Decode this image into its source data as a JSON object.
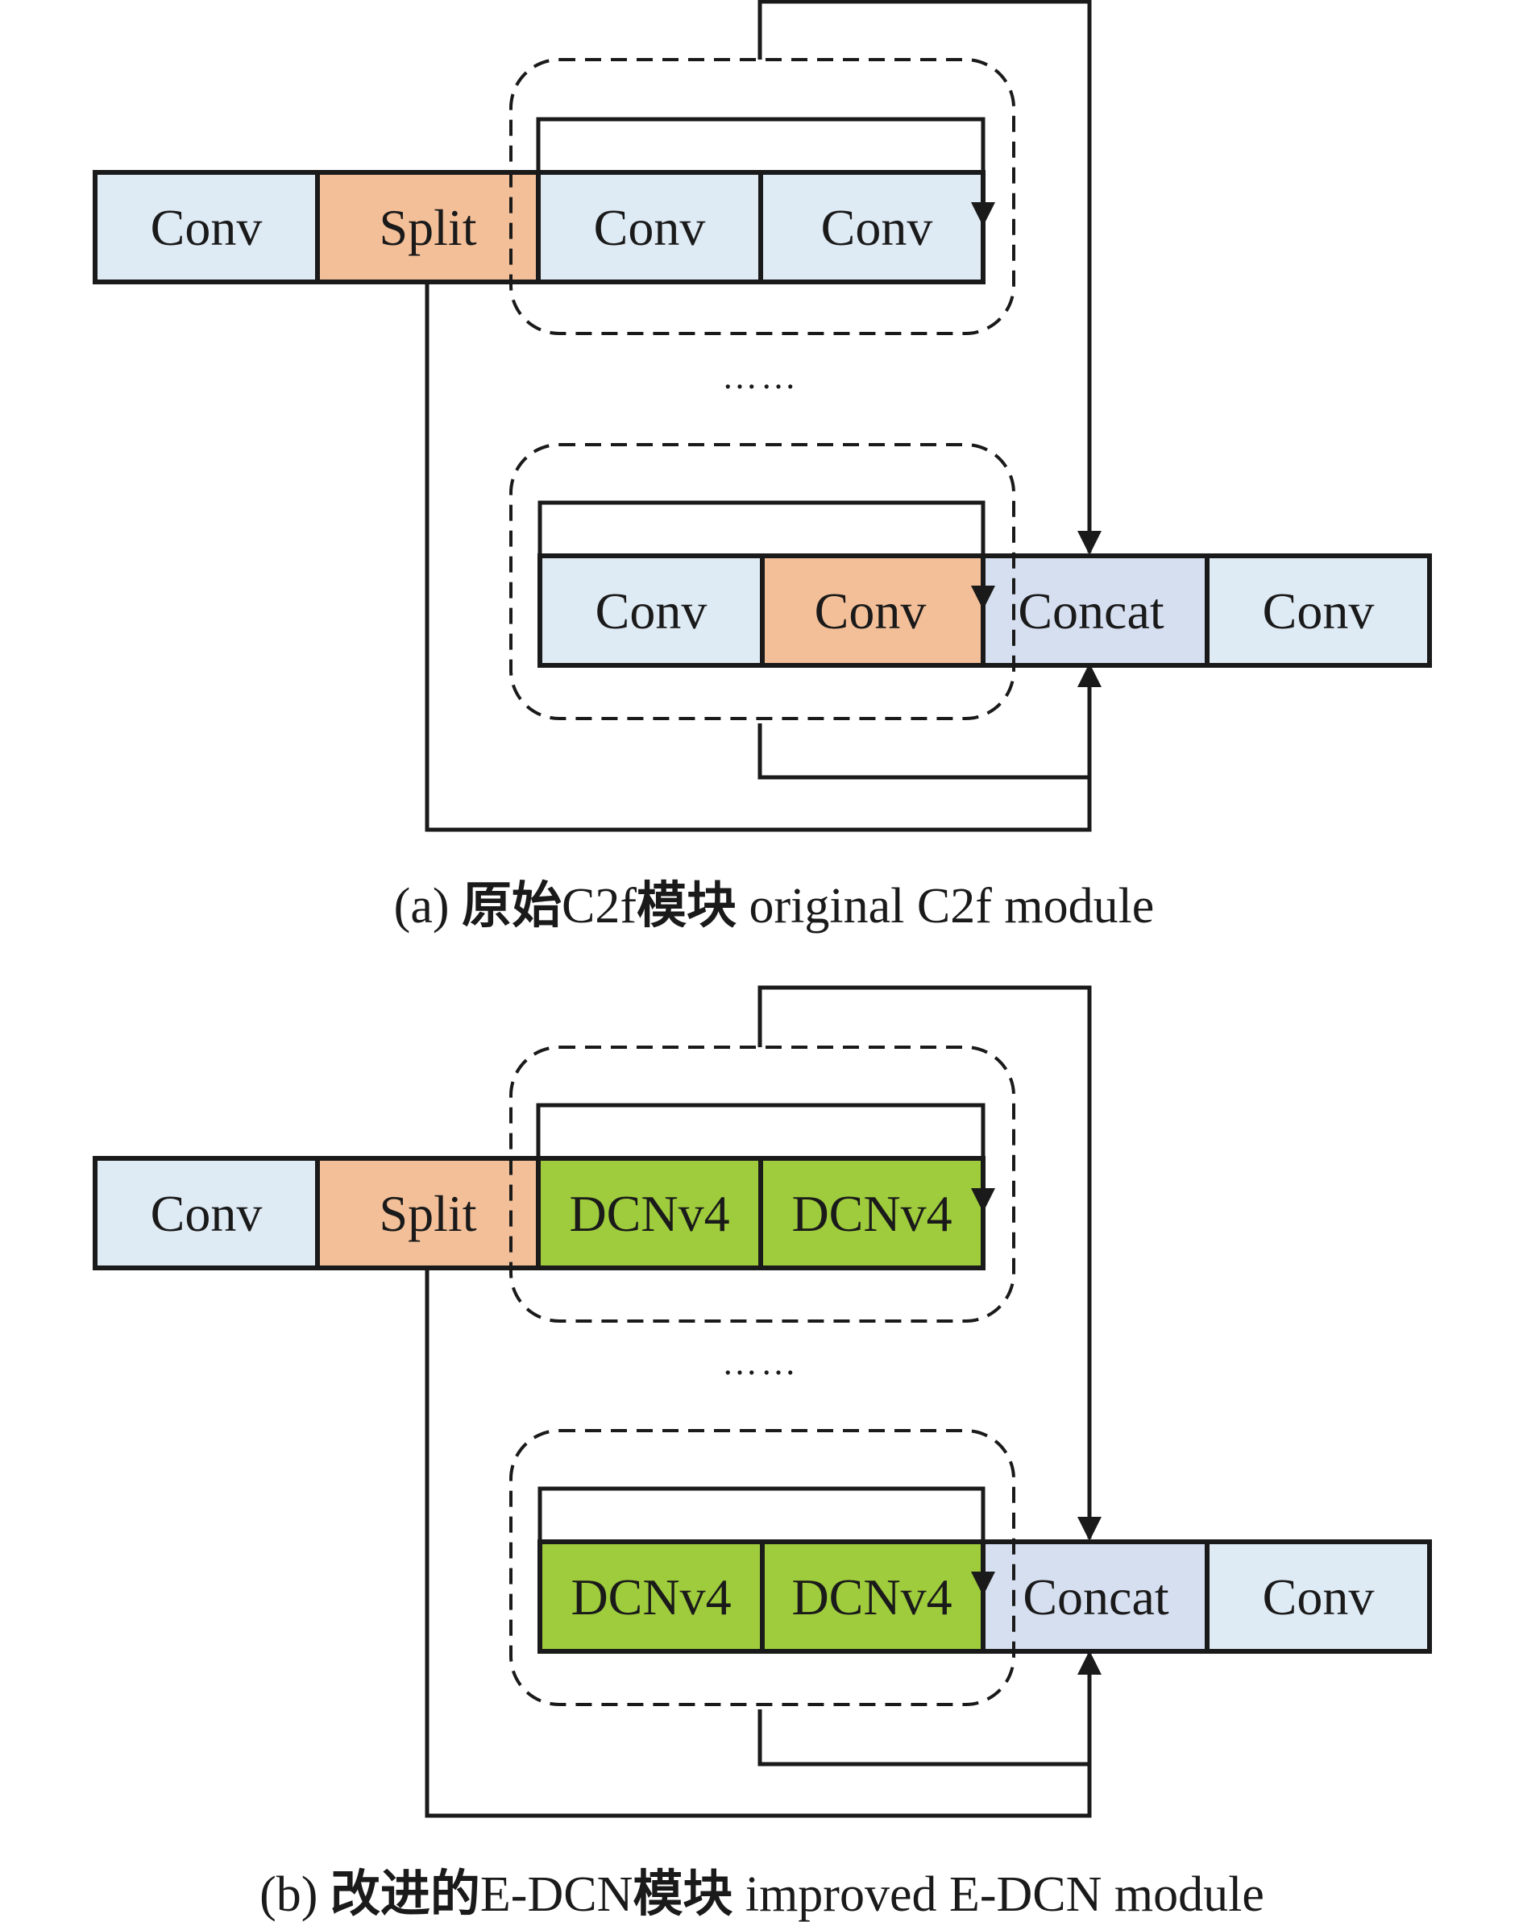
{
  "colors": {
    "conv": "#deeaf4",
    "split": "#f3bf98",
    "concat": "#d6dff0",
    "conv_highlight": "#f3bf98",
    "dcn": "#9fcc3c",
    "line": "#1a1a1a"
  },
  "diagram_a": {
    "row1": {
      "conv": "Conv",
      "split": "Split",
      "block1": "Conv",
      "block2": "Conv"
    },
    "ellipsis": "……",
    "row2": {
      "block1": "Conv",
      "block2": "Conv",
      "concat": "Concat",
      "conv_out": "Conv"
    },
    "caption": {
      "prefix": "(a) ",
      "zh1": "原始",
      "mid": "C2f",
      "zh2": "模块",
      "en": " original C2f module"
    }
  },
  "diagram_b": {
    "row1": {
      "conv": "Conv",
      "split": "Split",
      "block1": "DCNv4",
      "block2": "DCNv4"
    },
    "ellipsis": "……",
    "row2": {
      "block1": "DCNv4",
      "block2": "DCNv4",
      "concat": "Concat",
      "conv_out": "Conv"
    },
    "caption": {
      "prefix": "(b) ",
      "zh1": "改进的",
      "mid": "E-DCN",
      "zh2": "模块",
      "en": " improved E-DCN module"
    }
  }
}
